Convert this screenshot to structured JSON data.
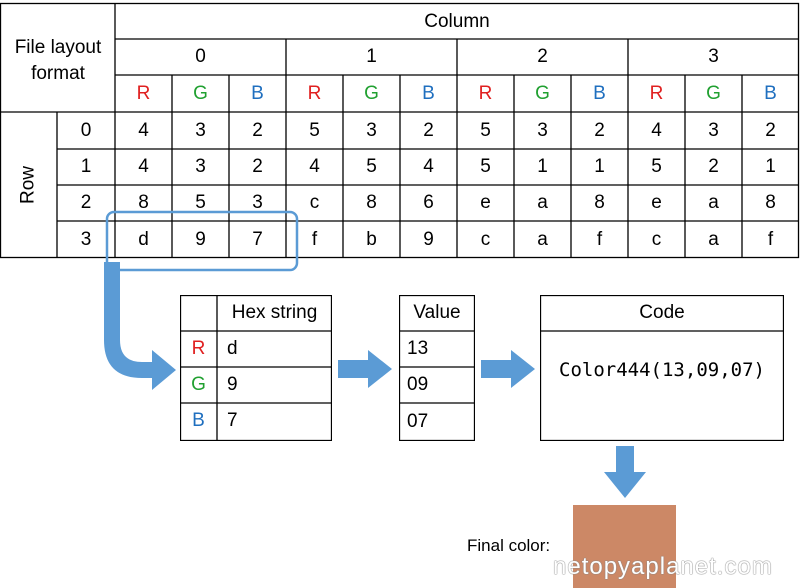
{
  "colors": {
    "r": "#e02020",
    "g": "#20a030",
    "b": "#1f6fbf",
    "arrow": "#5b9bd5",
    "final": "#cc8866"
  },
  "top_table": {
    "corner_label": "File layout format",
    "column_title": "Column",
    "row_title": "Row",
    "columns": [
      "0",
      "1",
      "2",
      "3"
    ],
    "channels": [
      "R",
      "G",
      "B"
    ],
    "rows": [
      {
        "index": "0",
        "cells": [
          "4",
          "3",
          "2",
          "5",
          "3",
          "2",
          "5",
          "3",
          "2",
          "4",
          "3",
          "2"
        ]
      },
      {
        "index": "1",
        "cells": [
          "4",
          "3",
          "2",
          "4",
          "5",
          "4",
          "5",
          "1",
          "1",
          "5",
          "2",
          "1"
        ]
      },
      {
        "index": "2",
        "cells": [
          "8",
          "5",
          "3",
          "c",
          "8",
          "6",
          "e",
          "a",
          "8",
          "e",
          "a",
          "8"
        ]
      },
      {
        "index": "3",
        "cells": [
          "d",
          "9",
          "7",
          "f",
          "b",
          "9",
          "c",
          "a",
          "f",
          "c",
          "a",
          "f"
        ]
      }
    ]
  },
  "hex_table": {
    "header": "Hex string",
    "rows": [
      {
        "channel": "R",
        "value": "d"
      },
      {
        "channel": "G",
        "value": "9"
      },
      {
        "channel": "B",
        "value": "7"
      }
    ]
  },
  "value_table": {
    "header": "Value",
    "values": [
      "13",
      "09",
      "07"
    ]
  },
  "code_box": {
    "header": "Code",
    "text": "Color444(13,09,07)"
  },
  "final_label": "Final color:",
  "watermark": "netopyaplanet.com"
}
